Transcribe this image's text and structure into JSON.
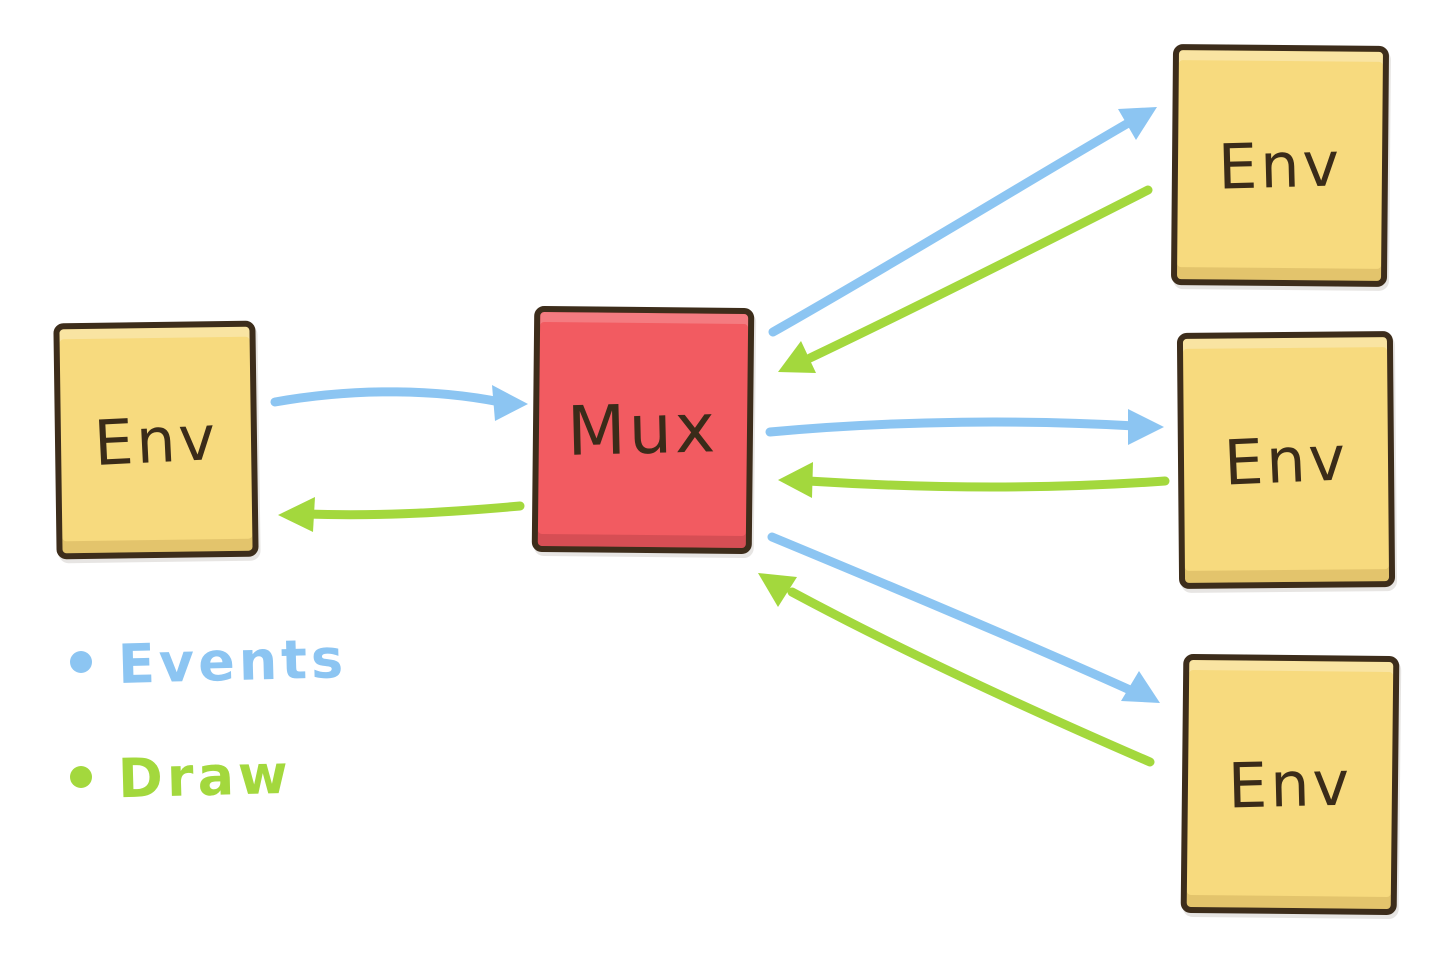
{
  "diagram": {
    "nodes": {
      "env_left": {
        "label": "Env",
        "color": "#f7da7e"
      },
      "mux": {
        "label": "Mux",
        "color": "#f25b61"
      },
      "env_top": {
        "label": "Env",
        "color": "#f7da7e"
      },
      "env_middle": {
        "label": "Env",
        "color": "#f7da7e"
      },
      "env_bottom": {
        "label": "Env",
        "color": "#f7da7e"
      }
    },
    "edges": [
      {
        "from": "env_left",
        "to": "mux",
        "type": "events"
      },
      {
        "from": "mux",
        "to": "env_left",
        "type": "draw"
      },
      {
        "from": "mux",
        "to": "env_top",
        "type": "events"
      },
      {
        "from": "env_top",
        "to": "mux",
        "type": "draw"
      },
      {
        "from": "mux",
        "to": "env_middle",
        "type": "events"
      },
      {
        "from": "env_middle",
        "to": "mux",
        "type": "draw"
      },
      {
        "from": "mux",
        "to": "env_bottom",
        "type": "events"
      },
      {
        "from": "env_bottom",
        "to": "mux",
        "type": "draw"
      }
    ],
    "legend": [
      {
        "label": "Events",
        "color": "#8cc5f2"
      },
      {
        "label": "Draw",
        "color": "#a3d83d"
      }
    ],
    "colors": {
      "events": "#8cc5f2",
      "draw": "#a3d83d",
      "outline": "#3d2d1b",
      "node_yellow": "#f7da7e",
      "node_red": "#f25b61",
      "text": "#3a2b19",
      "background": "#ffffff"
    }
  }
}
